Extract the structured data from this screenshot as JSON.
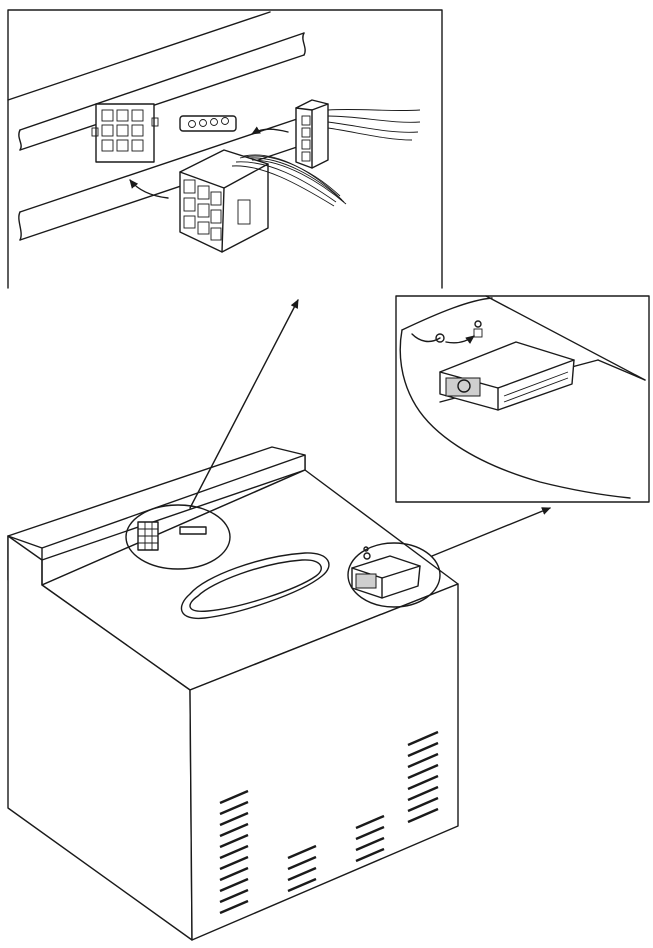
{
  "diagram": {
    "line_color": "#1a1a1a",
    "background": "#ffffff",
    "insets": [
      {
        "subject": "power-connectors-detail"
      },
      {
        "subject": "module-connector-detail"
      }
    ],
    "components": [
      "unit-body",
      "12-pin-power-socket",
      "4-pin-socket",
      "12-pin-plug-with-cable",
      "4-pin-plug-with-cable",
      "top-recess",
      "plug-in-module",
      "ventilation-slots"
    ]
  }
}
